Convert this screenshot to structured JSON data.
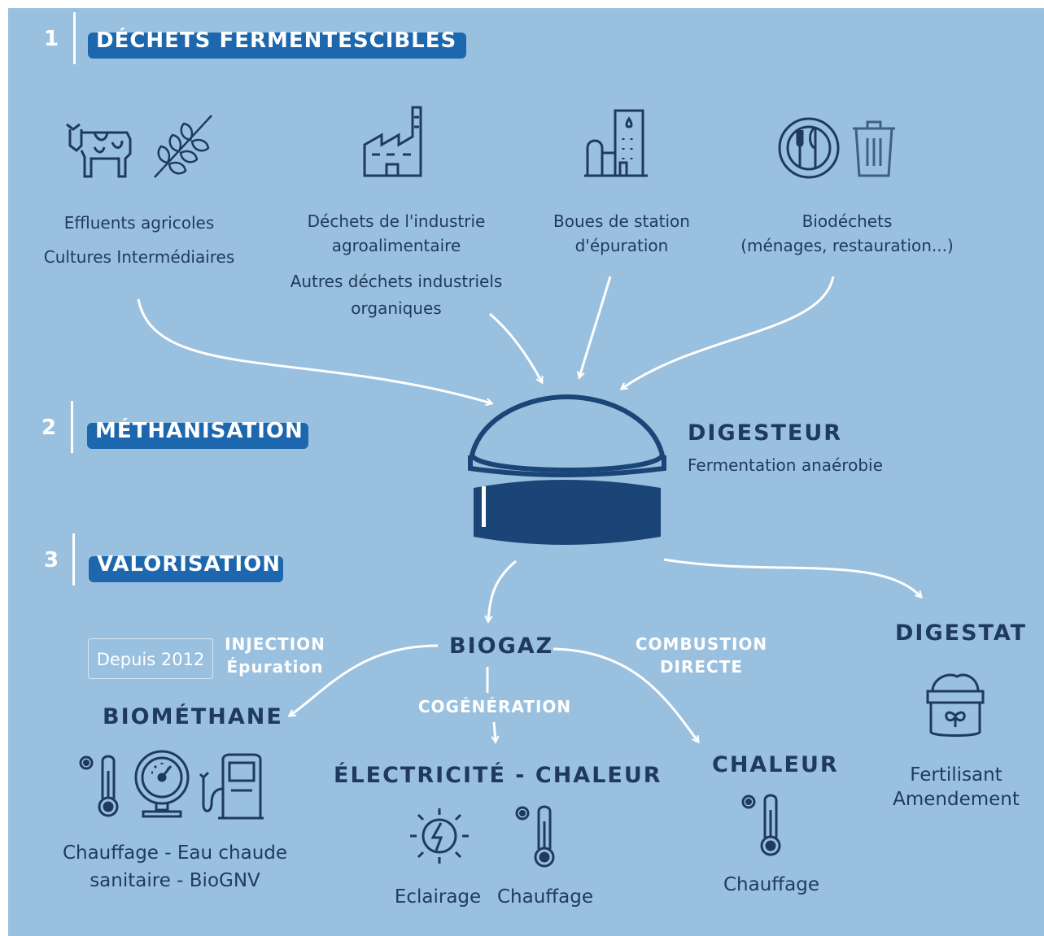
{
  "steps": [
    {
      "number": "1",
      "title": "DÉCHETS FERMENTESCIBLES"
    },
    {
      "number": "2",
      "title": "MÉTHANISATION"
    },
    {
      "number": "3",
      "title": "VALORISATION"
    }
  ],
  "sources": {
    "agri": [
      "Effluents agricoles",
      "Cultures Intermédiaires"
    ],
    "industry": [
      "Déchets de l'industrie",
      "agroalimentaire",
      "Autres déchets industriels",
      "organiques"
    ],
    "station": [
      "Boues de station",
      "d'épuration"
    ],
    "bio": [
      "Biodéchets",
      "(ménages, restauration...)"
    ]
  },
  "digester": {
    "title": "DIGESTEUR",
    "subtitle": "Fermentation anaérobie"
  },
  "biogaz": "BIOGAZ",
  "injection": [
    "INJECTION",
    "Épuration"
  ],
  "badge": "Depuis 2012",
  "combustion": [
    "COMBUSTION",
    "DIRECTE"
  ],
  "cogeneration": "COGÉNÉRATION",
  "biomethane": {
    "title": "BIOMÉTHANE",
    "uses": [
      "Chauffage - Eau chaude",
      "sanitaire - BioGNV"
    ]
  },
  "elec": {
    "title": "ÉLECTRICITÉ - CHALEUR",
    "uses": [
      "Eclairage",
      "Chauffage"
    ]
  },
  "chaleur": {
    "title": "CHALEUR",
    "use": "Chauffage"
  },
  "digestat": {
    "title": "DIGESTAT",
    "uses": [
      "Fertilisant",
      "Amendement"
    ]
  },
  "colors": {
    "background": "#9ac0df",
    "banner": "#1c67ad",
    "dark": "#1f3a5c",
    "tank": "#1b4577"
  },
  "icons": [
    "cow-icon",
    "wheat-icon",
    "factory-icon",
    "treatment-plant-icon",
    "plate-cutlery-icon",
    "trash-bin-icon",
    "thermometer-icon",
    "pressure-gauge-icon",
    "fuel-pump-icon",
    "lightbulb-icon",
    "fertilizer-bag-icon"
  ]
}
